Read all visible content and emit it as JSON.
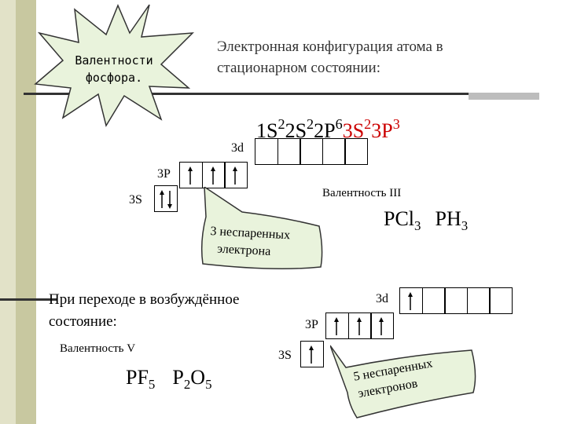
{
  "badge": {
    "line1": "Валентности",
    "line2": "фосфора."
  },
  "heading": {
    "line1": "Электронная конфигурация атома в",
    "line2": "стационарном состоянии:"
  },
  "config": {
    "p1": "1S",
    "e1": "2",
    "p2": "2S",
    "e2": "2",
    "p3": "2P",
    "e3": "6",
    "p4": "3S",
    "e4": "2",
    "p5": "3P",
    "e5": "3"
  },
  "ground": {
    "d_label": "3d",
    "p_label": "3P",
    "s_label": "3S"
  },
  "valence3": {
    "label": "Валентность III",
    "f1_a": "PCl",
    "f1_sub": "3",
    "f2_a": "PH",
    "f2_sub": "3"
  },
  "callout1": {
    "line1": "3 неспаренных",
    "line2": "электрона"
  },
  "excited": {
    "line1": "При переходе в возбуждённое",
    "line2": "состояние:",
    "d_label": "3d",
    "p_label": "3P",
    "s_label": "3S"
  },
  "valence5": {
    "label": "Валентность V",
    "f1_a": "PF",
    "f1_sub": "5",
    "f2_a": "P",
    "f2_sub1": "2",
    "f2_b": "O",
    "f2_sub2": "5"
  },
  "callout2": {
    "line1": "5 неспаренных",
    "line2": "электронов"
  },
  "colors": {
    "accent_red": "#cc0000",
    "callout_fill": "#e9f3dc",
    "badge_fill": "#e9f3dc"
  }
}
